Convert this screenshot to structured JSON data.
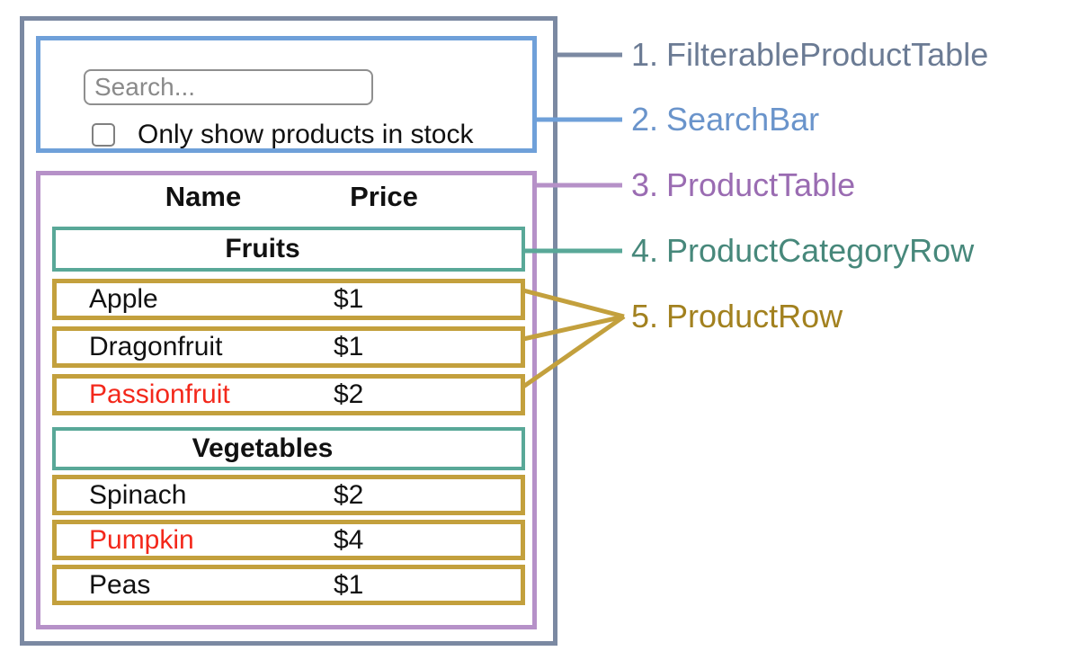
{
  "colors": {
    "filterable_border": "#7b89a2",
    "filterable_text": "#6b7b94",
    "searchbar_border": "#6fa0d9",
    "searchbar_text": "#6a94cb",
    "producttable_border": "#b691c8",
    "producttable_text": "#9a6cb2",
    "categoryrow_border": "#59a898",
    "categoryrow_text": "#47887b",
    "productrow_border": "#c3a03d",
    "productrow_text": "#a2811f",
    "out_of_stock": "#f3281b",
    "ink": "#111111",
    "muted": "#8a8a8a",
    "input_border": "#8f8f8f"
  },
  "mock_ui": {
    "search": {
      "placeholder": "Search...",
      "value": ""
    },
    "stock_filter": {
      "label": "Only show products in stock",
      "checked": false
    },
    "table": {
      "columns": [
        "Name",
        "Price"
      ],
      "sections": [
        {
          "category": "Fruits",
          "rows": [
            {
              "name": "Apple",
              "price": "$1",
              "out_of_stock": false
            },
            {
              "name": "Dragonfruit",
              "price": "$1",
              "out_of_stock": false
            },
            {
              "name": "Passionfruit",
              "price": "$2",
              "out_of_stock": true
            }
          ]
        },
        {
          "category": "Vegetables",
          "rows": [
            {
              "name": "Spinach",
              "price": "$2",
              "out_of_stock": false
            },
            {
              "name": "Pumpkin",
              "price": "$4",
              "out_of_stock": true
            },
            {
              "name": "Peas",
              "price": "$1",
              "out_of_stock": false
            }
          ]
        }
      ]
    }
  },
  "legend": [
    {
      "number": "1.",
      "label": "FilterableProductTable"
    },
    {
      "number": "2.",
      "label": "SearchBar"
    },
    {
      "number": "3.",
      "label": "ProductTable"
    },
    {
      "number": "4.",
      "label": "ProductCategoryRow"
    },
    {
      "number": "5.",
      "label": "ProductRow"
    }
  ]
}
